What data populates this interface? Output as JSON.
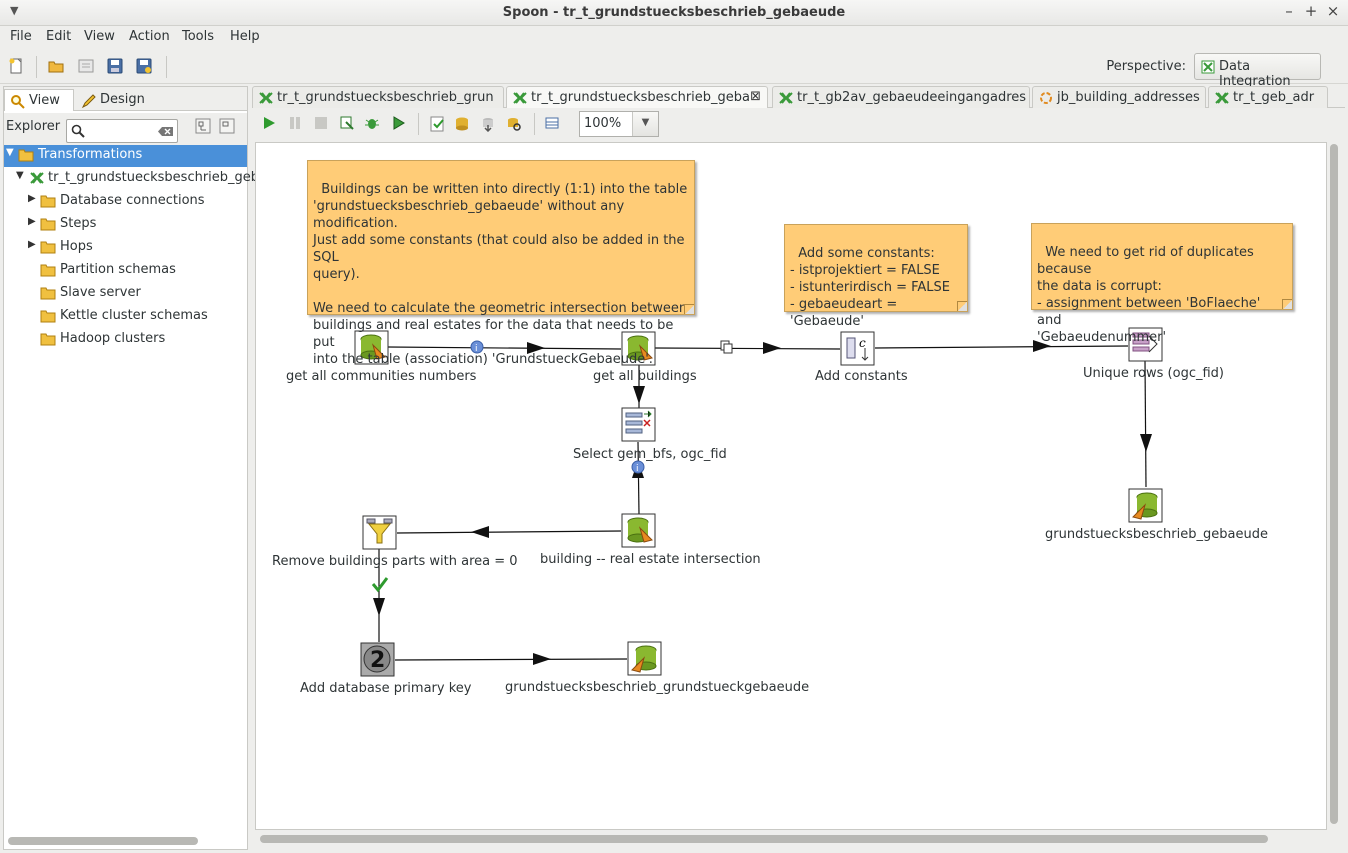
{
  "window": {
    "title": "Spoon - tr_t_grundstuecksbeschrieb_gebaeude"
  },
  "menu": {
    "items": [
      "File",
      "Edit",
      "View",
      "Action",
      "Tools",
      "Help"
    ]
  },
  "toolbar": {
    "perspective_label": "Perspective:",
    "perspective_value": "Data Integration"
  },
  "left_panel": {
    "tab_view": "View",
    "tab_design": "Design",
    "explorer_label": "Explorer",
    "search_value": "",
    "tree": {
      "root": "Transformations",
      "transformation": "tr_t_grundstuecksbeschrieb_geba",
      "children": [
        "Database connections",
        "Steps",
        "Hops",
        "Partition schemas",
        "Slave server",
        "Kettle cluster schemas",
        "Hadoop clusters"
      ]
    }
  },
  "tabs": [
    "tr_t_grundstuecksbeschrieb_grun",
    "tr_t_grundstuecksbeschrieb_geba",
    "tr_t_gb2av_gebaeudeeingangadres",
    "jb_building_addresses",
    "tr_t_geb_adr"
  ],
  "canvas_toolbar": {
    "zoom": "100%"
  },
  "notes": {
    "note1": "Buildings can be written into directly (1:1) into the table\n'grundstuecksbeschrieb_gebaeude' without any modification.\nJust add some constants (that could also be added in the SQL\nquery).\n\nWe need to calculate the geometric intersection between\nbuildings and real estates for the data that needs to be put\ninto the table (association) 'GrundstueckGebaeude'.",
    "note2": "Add some constants:\n- istprojektiert = FALSE\n- istunterirdisch = FALSE\n- gebaeudeart = 'Gebaeude'",
    "note3": "We need to get rid of duplicates because\nthe data is corrupt:\n- assignment between 'BoFlaeche' and\n'Gebaeudenummer'"
  },
  "steps": {
    "s1": "get all communities numbers",
    "s2": "get all buildings",
    "s3": "Add constants",
    "s4": "Unique rows (ogc_fid)",
    "s5": "Select gem_bfs, ogc_fid",
    "s6": "grundstuecksbeschrieb_gebaeude",
    "s7": "Remove buildings parts with area = 0",
    "s8": "building -- real estate intersection",
    "s9": "Add database primary key",
    "s10": "grundstuecksbeschrieb_grundstueckgebaeude"
  }
}
